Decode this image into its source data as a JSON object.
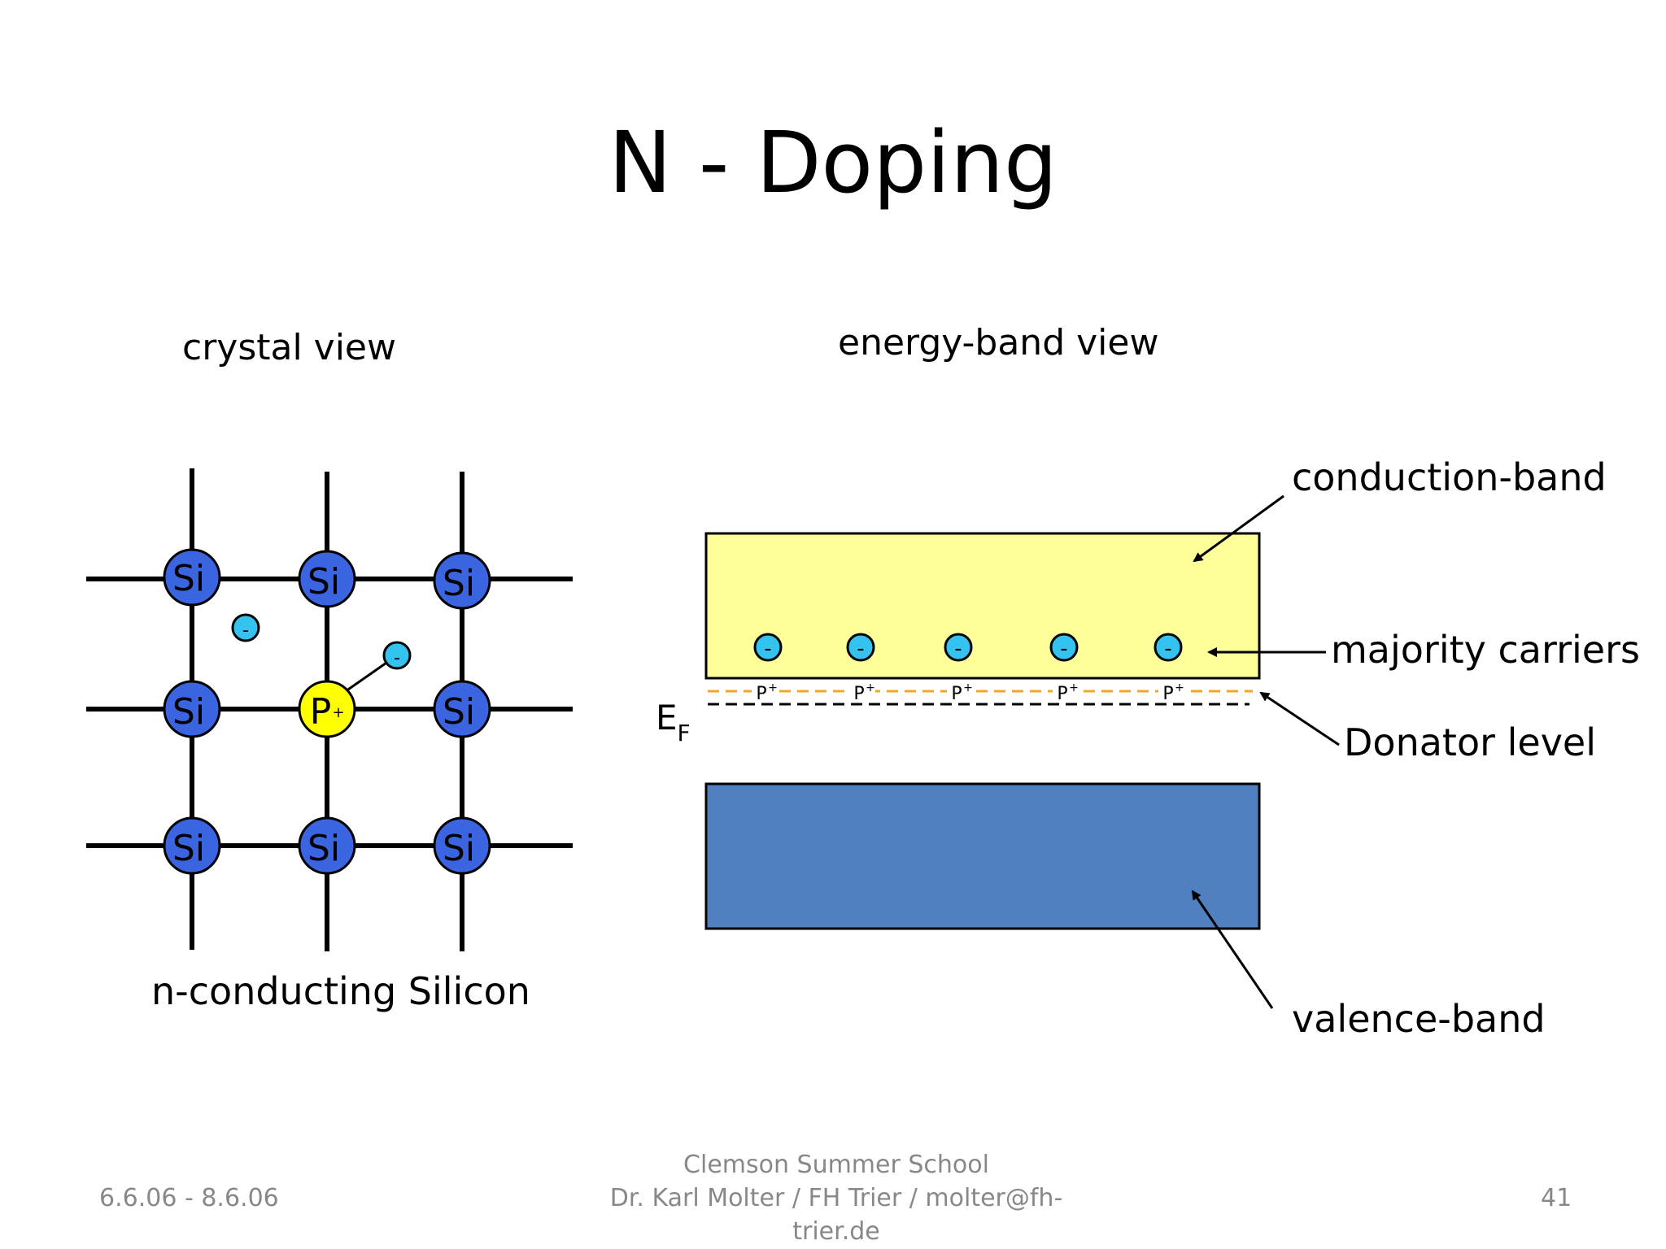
{
  "title": "N - Doping",
  "crystal": {
    "heading": "crystal view",
    "caption": "n-conducting Silicon",
    "atom_si": "Si",
    "atom_p": "P",
    "atom_p_charge": "+",
    "electron_sign": "-"
  },
  "band": {
    "heading": "energy-band view",
    "conduction_label": "conduction-band",
    "majority_label": "majority carriers",
    "donator_label": "Donator level",
    "valence_label": "valence-band",
    "fermi_main": "E",
    "fermi_sub": "F",
    "donor_ion": "P",
    "donor_charge": "+",
    "electron_sign": "-"
  },
  "colors": {
    "si_atom": "#3b64e0",
    "p_atom": "#ffff00",
    "electron": "#33c3ee",
    "conduction_band": "#ffff99",
    "valence_band": "#5080c0",
    "donor_line": "#f5a623",
    "footer_text": "#888888"
  },
  "footer": {
    "date": "6.6.06 - 8.6.06",
    "center_line1": "Clemson Summer School",
    "center_line2": "Dr. Karl Molter / FH Trier / molter@fh-",
    "center_line3": "trier.de",
    "page": "41"
  }
}
